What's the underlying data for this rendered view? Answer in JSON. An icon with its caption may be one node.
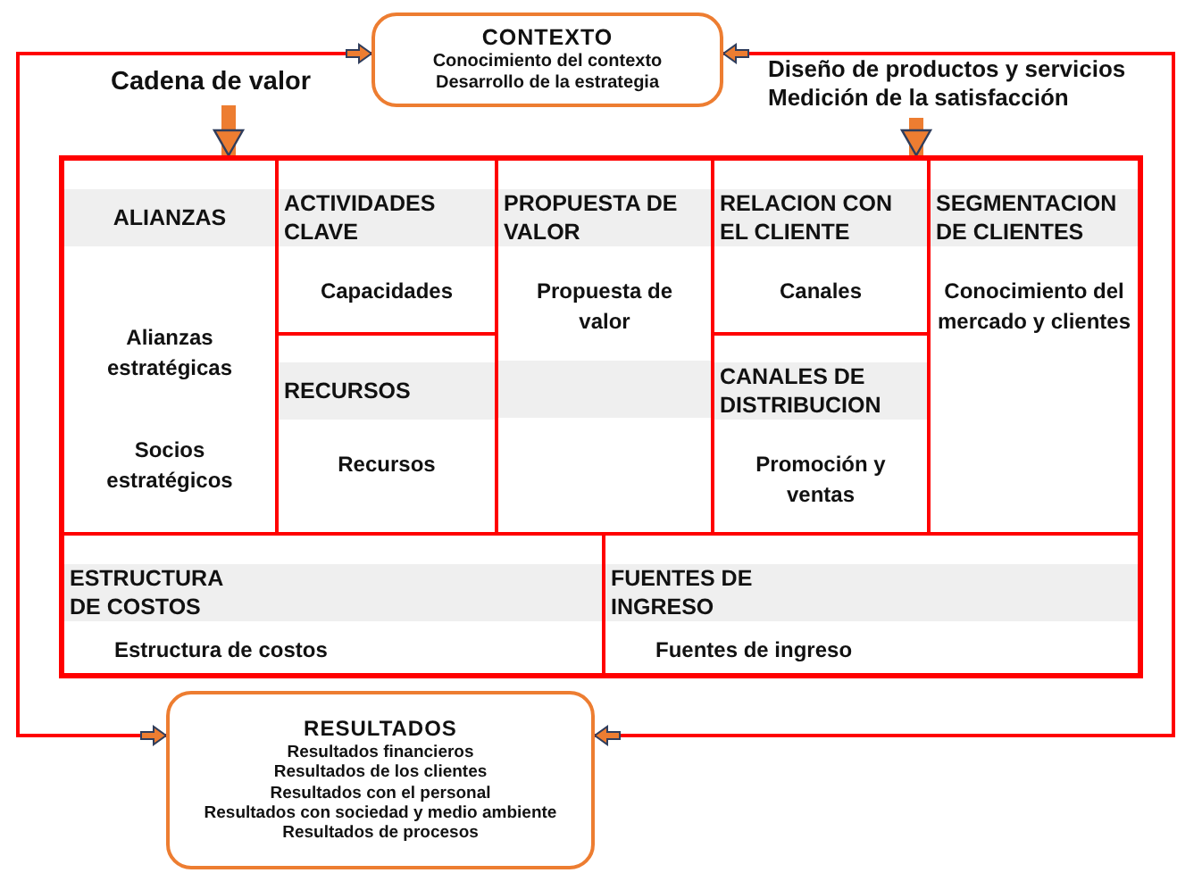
{
  "diagram": {
    "nodes": [
      {
        "text": [
          "CONTEXTO",
          "Conocimiento del contexto",
          "Desarrollo de la estrategia"
        ]
      },
      {
        "text": [
          "Cadena de valor"
        ]
      },
      {
        "text": [
          "Diseño de productos y servicios",
          "Medición de la satisfacción"
        ]
      },
      {
        "text": [],
        "shape": "box"
      },
      {
        "text": [
          "ALIANZAS",
          "Alianzas estratégicas",
          "Socios estratégicos"
        ],
        "in": 3
      },
      {
        "text": [
          "ACTIVIDADES CLAVE",
          "Capacidades"
        ],
        "in": 3
      },
      {
        "text": [
          "RECURSOS",
          "Recursos"
        ],
        "in": 3
      },
      {
        "text": [
          "PROPUESTA DE VALOR",
          "Propuesta de valor"
        ],
        "in": 3
      },
      {
        "text": [
          "RELACION CON EL CLIENTE",
          "Canales"
        ],
        "in": 3
      },
      {
        "text": [
          "CANALES DE DISTRIBUCION",
          "Promoción y ventas"
        ],
        "in": 3
      },
      {
        "text": [
          "SEGMENTACION DE CLIENTES",
          "Conocimiento del mercado y clientes"
        ],
        "in": 3
      },
      {
        "text": [
          "ESTRUCTURA DE COSTOS",
          "Estructura de costos"
        ],
        "in": 3
      },
      {
        "text": [
          "FUENTES DE INGRESO",
          "Fuentes de ingreso"
        ],
        "in": 3
      },
      {
        "text": [],
        "shape": "bar",
        "in": 7
      },
      {
        "text": [
          "RESULTADOS",
          "Resultados financieros",
          "Resultados de los clientes",
          "Resultados con el personal",
          "Resultados con sociedad y medio ambiente",
          "Resultados de procesos"
        ]
      }
    ],
    "edges": [
      {
        "from": 1,
        "to": 3,
        "arrow": "to",
        "style": "thick",
        "color": "#ed7d31"
      },
      {
        "from": 2,
        "to": 3,
        "arrow": "to",
        "style": "thick",
        "color": "#ed7d31"
      },
      {
        "from": 14,
        "to": 0,
        "arrow": "both",
        "color": "#ff0000"
      },
      {
        "from": 14,
        "to": 0,
        "arrow": "both",
        "color": "#ff0000"
      }
    ]
  }
}
